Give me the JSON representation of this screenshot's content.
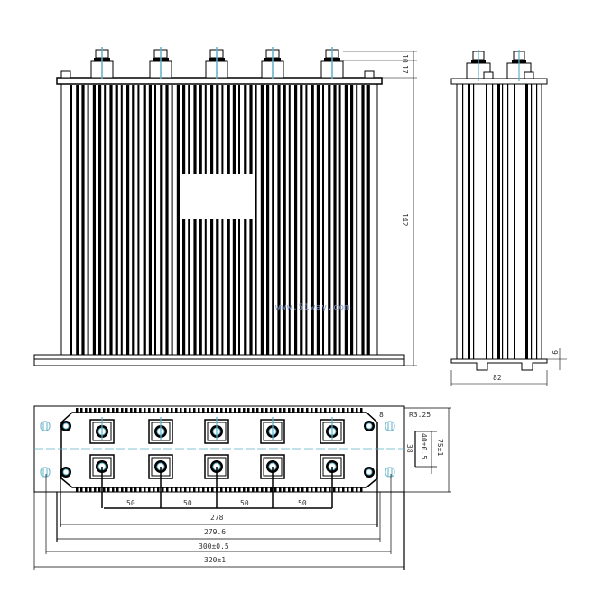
{
  "drawing": {
    "front_view": {
      "dims": {
        "height": "142",
        "terminal_top": "10",
        "terminal_block": "17"
      },
      "terminal_count": 5
    },
    "side_view": {
      "dims": {
        "width": "82",
        "base": "9"
      }
    },
    "bottom_view": {
      "dims": {
        "pitch": [
          "50",
          "50",
          "50",
          "50"
        ],
        "span_278": "278",
        "span_279": "279.6",
        "span_300": "300±0.5",
        "span_320": "320±1",
        "edge": "8",
        "radius": "R3.25",
        "row_spacing": "38",
        "hole_spacing": "40±0.5",
        "overall_height": "75±1"
      }
    },
    "watermark": "www.51way.com",
    "colors": {
      "line": "#000000",
      "centerline": "#5fb0c8",
      "watermark": "#7f96c9"
    }
  }
}
